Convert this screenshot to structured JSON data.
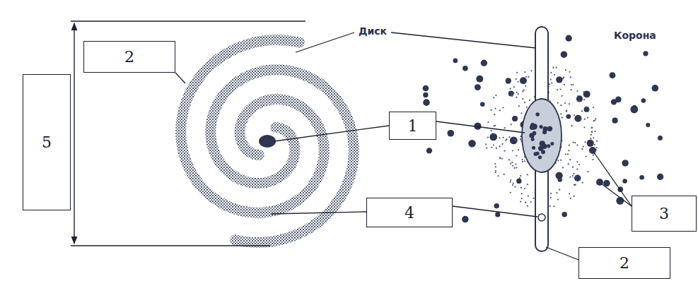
{
  "diagram": {
    "nodes": [
      {
        "text": [
          "2"
        ]
      },
      {
        "text": [
          "5"
        ]
      },
      {
        "text": [
          "1"
        ]
      },
      {
        "text": [
          "4"
        ]
      },
      {
        "text": [
          "3"
        ]
      },
      {
        "text": [
          "2"
        ]
      }
    ],
    "labels": [
      "Диск",
      "Корона"
    ]
  }
}
